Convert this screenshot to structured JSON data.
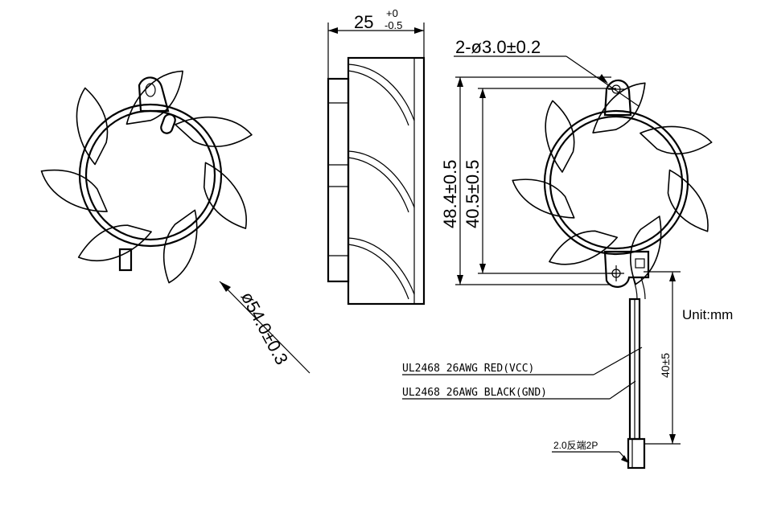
{
  "drawing": {
    "width_dim": {
      "main": "25",
      "tol_upper": "+0",
      "tol_lower": "-0.5"
    },
    "hole_spec": "2-ø3.0±0.2",
    "height_outer": "48.4±0.5",
    "height_holes": "40.5±0.5",
    "diameter": "ø54.0±0.3",
    "unit_label": "Unit:mm",
    "cable_length": "40±5",
    "wire_red": "UL2468 26AWG RED(VCC)",
    "wire_black": "UL2468 26AWG BLACK(GND)",
    "connector": "2.0反端2P"
  }
}
